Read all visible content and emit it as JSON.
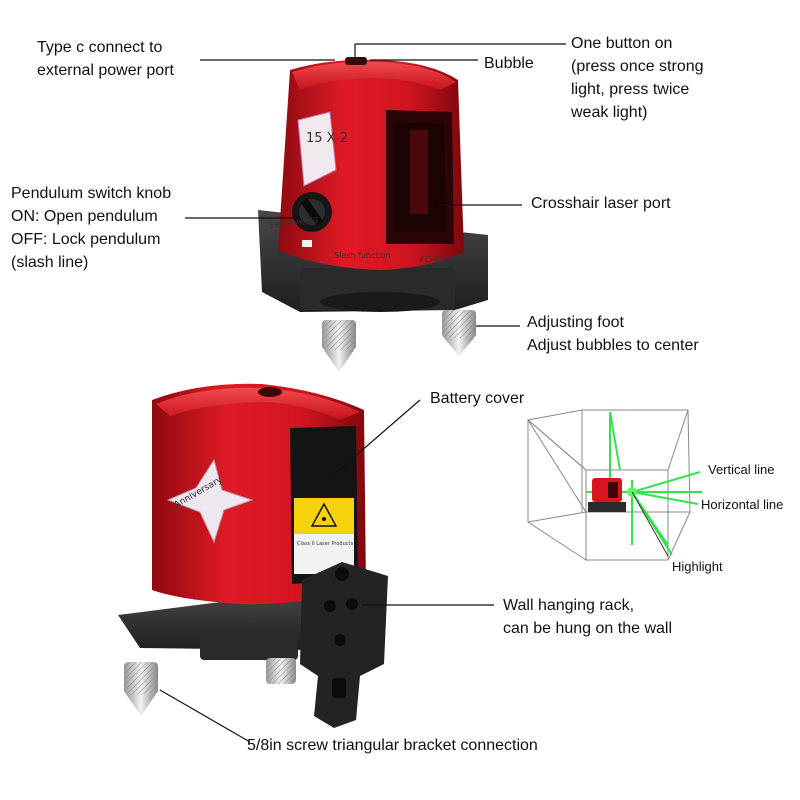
{
  "product": {
    "model": "FC-435AR",
    "self_leveling": "Self-leveling",
    "slash_function": "Slash function",
    "on_mark": "ON",
    "off_mark": "OFF",
    "badge": "15 X 2",
    "anniversary": "Anniversary",
    "warning": "Class II Laser Products"
  },
  "callouts": {
    "typec": [
      "Type c connect to",
      "external power port"
    ],
    "bubble": [
      "Bubble"
    ],
    "one_button": [
      "One button on",
      "(press once strong",
      "light, press twice",
      "weak light)"
    ],
    "pendulum": [
      "Pendulum switch knob",
      "ON: Open pendulum",
      "OFF: Lock pendulum",
      "(slash line)"
    ],
    "crosshair": [
      "Crosshair laser port"
    ],
    "foot": [
      "Adjusting foot",
      "Adjust bubbles to center"
    ],
    "battery": [
      "Battery cover"
    ],
    "wall_rack": [
      "Wall hanging rack,",
      "can be hung on the wall"
    ],
    "screw": [
      "5/8in screw triangular bracket connection"
    ]
  },
  "diagram": {
    "vertical": "Vertical line",
    "horizontal": "Horizontal line",
    "highlight": "Highlight",
    "laser_color": "#33e34a"
  },
  "colors": {
    "body_red": "#d9141f",
    "dark_red": "#8e0a10",
    "base_dark": "#2b2b2d"
  }
}
